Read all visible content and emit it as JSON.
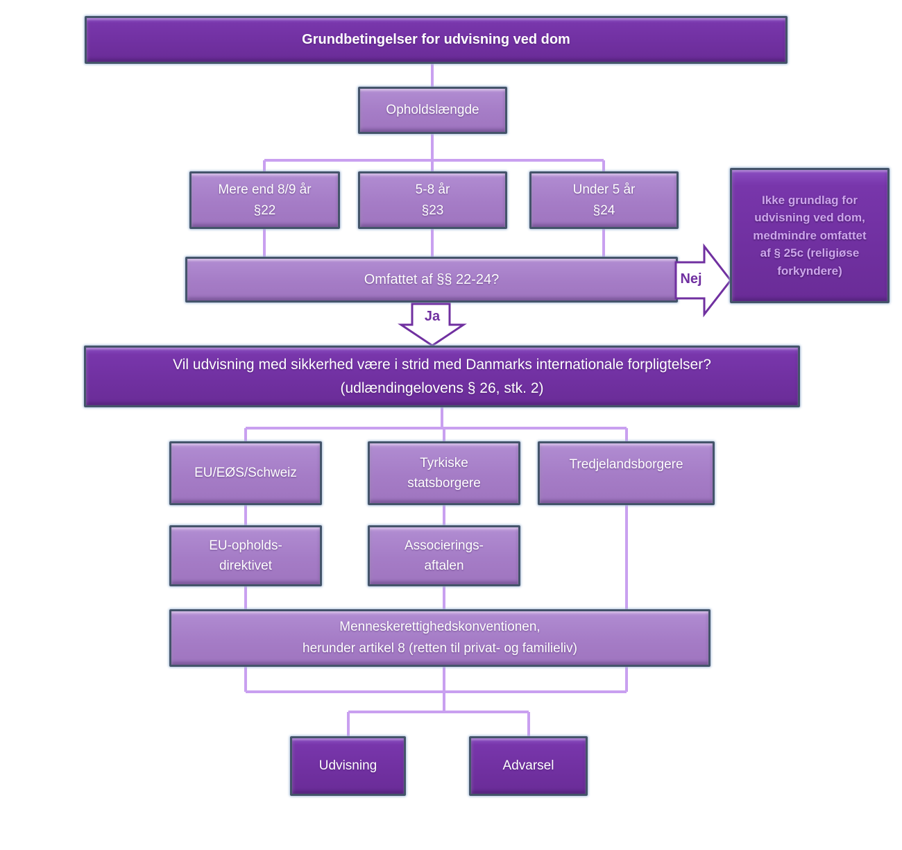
{
  "diagram": {
    "colors": {
      "dark": "#7030a0",
      "medium": "#a57cc6",
      "border": "#44546a",
      "connector": "#c9a0f0",
      "arrow-stroke": "#7030a0",
      "arrow-fill": "#ffffff",
      "light-text": "#cda6ec",
      "white-text": "#ffffff"
    },
    "nodes": {
      "title": {
        "lines": [
          "Grundbetingelser for udvisning ved dom"
        ]
      },
      "opholdslaengde": {
        "lines": [
          "Opholdslængde"
        ]
      },
      "mere_end": {
        "lines": [
          "Mere end 8/9 år",
          "§22"
        ]
      },
      "fem_otte": {
        "lines": [
          "5-8 år",
          "§23"
        ]
      },
      "under_fem": {
        "lines": [
          "Under 5 år",
          "§24"
        ]
      },
      "omfattet": {
        "lines": [
          "Omfattet af §§ 22-24?"
        ]
      },
      "ikke_grundlag": {
        "lines": [
          "Ikke grundlag for",
          "udvisning ved dom,",
          "medmindre omfattet",
          "af § 25c (religiøse",
          "forkyndere)"
        ]
      },
      "vil_udvisning": {
        "lines": [
          "Vil udvisning med sikkerhed være i strid med Danmarks internationale forpligtelser?",
          "(udlændingelovens § 26, stk. 2)"
        ]
      },
      "eu_eos": {
        "lines": [
          "EU/EØS/Schweiz"
        ]
      },
      "tyrkiske": {
        "lines": [
          "Tyrkiske",
          "statsborgere"
        ]
      },
      "tredjelands": {
        "lines": [
          "Tredjelandsborgere"
        ]
      },
      "eu_opholds": {
        "lines": [
          "EU-opholds-",
          "direktivet"
        ]
      },
      "associerings": {
        "lines": [
          "Associerings-",
          "aftalen"
        ]
      },
      "menneskerettigheds": {
        "lines": [
          "Menneskerettighedskonventionen,",
          "herunder artikel 8 (retten til privat- og familieliv)"
        ]
      },
      "udvisning": {
        "lines": [
          "Udvisning"
        ]
      },
      "advarsel": {
        "lines": [
          "Advarsel"
        ]
      }
    },
    "arrows": {
      "nej": "Nej",
      "ja": "Ja"
    }
  }
}
